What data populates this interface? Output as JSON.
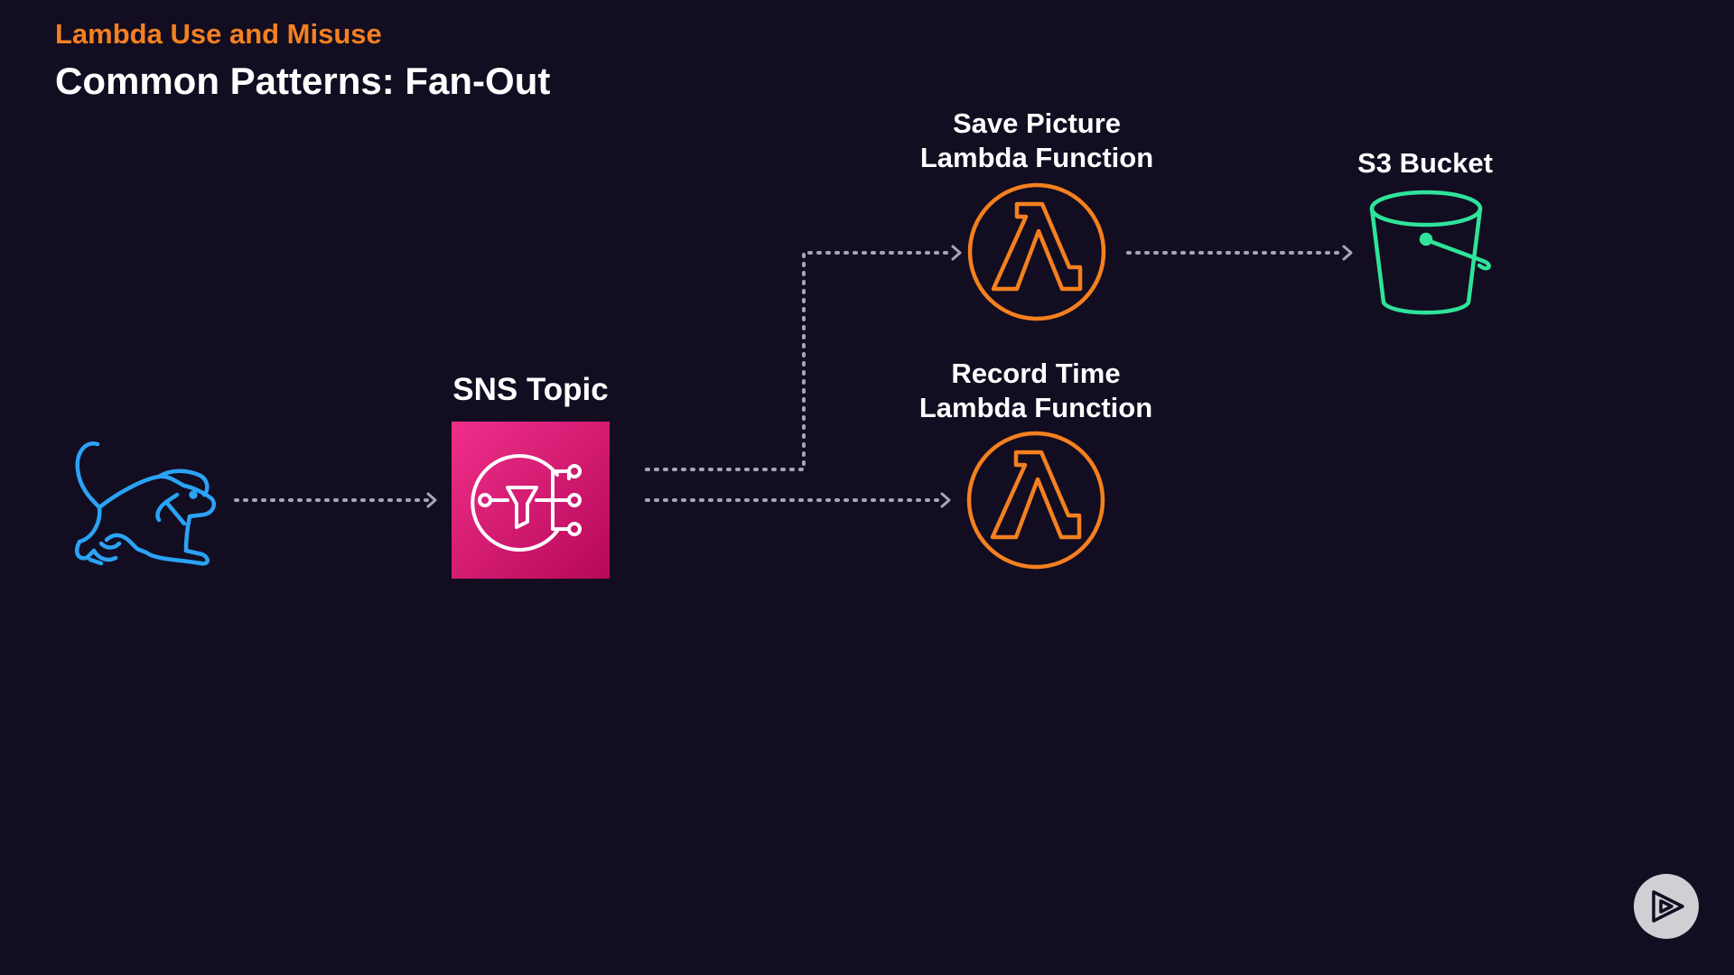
{
  "header": {
    "course_title": "Lambda Use and Misuse",
    "slide_title": "Common Patterns: Fan-Out"
  },
  "nodes": {
    "sns": {
      "label": "SNS Topic",
      "icon": "sns-topic-icon"
    },
    "save_picture": {
      "label_line1": "Save Picture",
      "label_line2": "Lambda Function",
      "icon": "lambda-icon"
    },
    "record_time": {
      "label_line1": "Record Time",
      "label_line2": "Lambda Function",
      "icon": "lambda-icon"
    },
    "s3": {
      "label": "S3 Bucket",
      "icon": "s3-bucket-icon"
    },
    "source": {
      "icon": "dog-icon"
    }
  },
  "colors": {
    "background": "#120d21",
    "accent": "#f5801f",
    "lambda": "#f5801f",
    "s3": "#2fe39a",
    "dog": "#2ba3f5",
    "sns_top": "#ef2f8a",
    "sns_bottom": "#b7085a",
    "connector": "#a8a4b8"
  },
  "player": {
    "icon": "play-logo-icon"
  }
}
